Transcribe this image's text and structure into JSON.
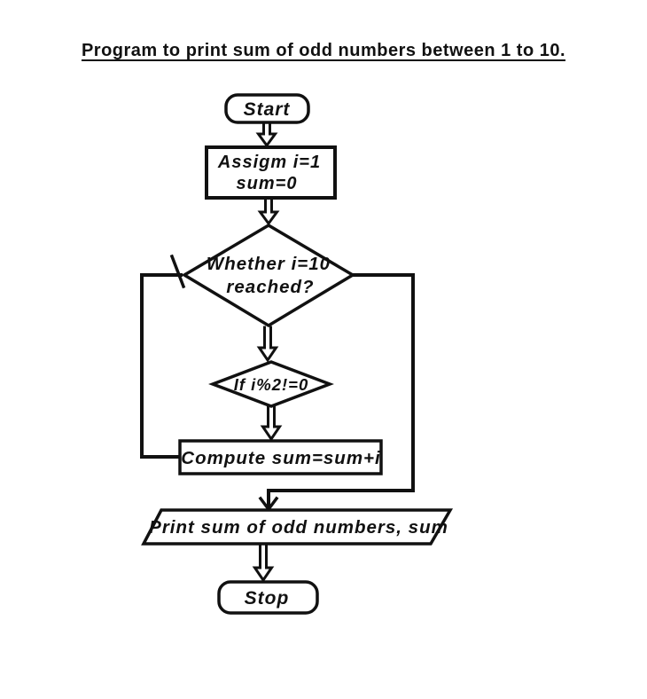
{
  "title": "Program to print sum of odd numbers between 1 to 10.",
  "nodes": {
    "start": {
      "label": "Start"
    },
    "assign": {
      "line1": "Assigm i=1",
      "line2": "sum=0"
    },
    "decision_reached": {
      "line1": "Whether i=10",
      "line2": "reached?"
    },
    "decision_odd": {
      "label": "If i%2!=0"
    },
    "compute": {
      "label": "Compute sum=sum+i"
    },
    "print": {
      "label": "Print sum of odd numbers, sum"
    },
    "stop": {
      "label": "Stop"
    }
  },
  "colors": {
    "ink": "#111111",
    "background": "#ffffff"
  }
}
